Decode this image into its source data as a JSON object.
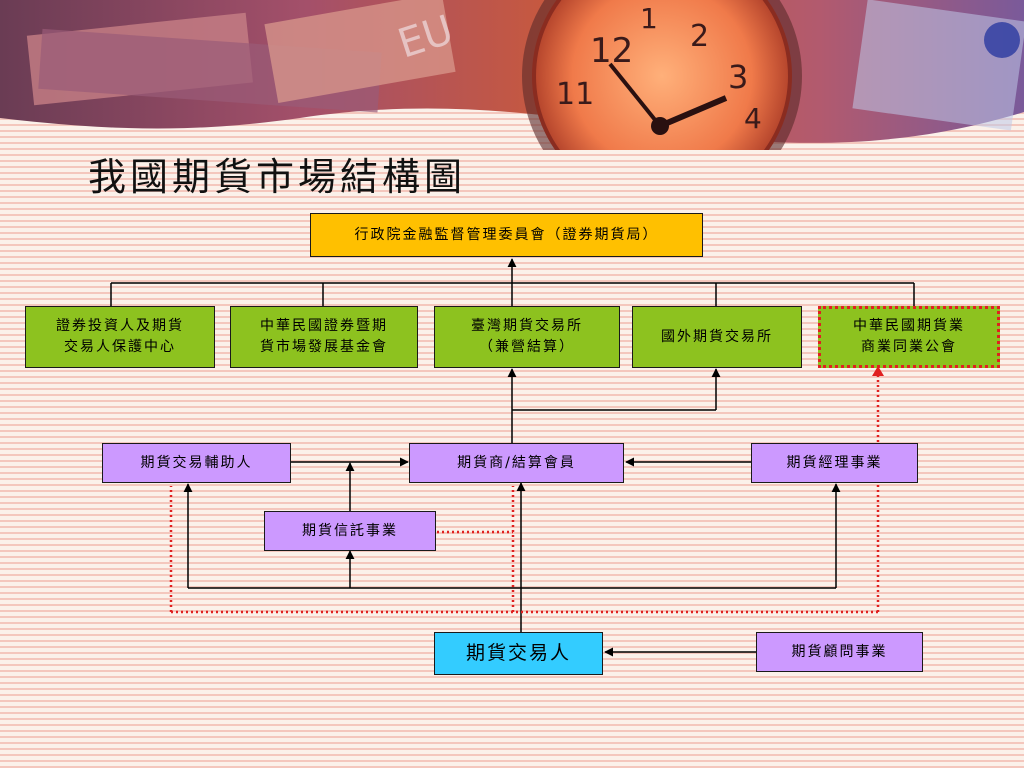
{
  "title": "我國期貨市場結構圖",
  "nodes": {
    "regulator": "行政院金融監督管理委員會（證券期貨局）",
    "investor_protection": "證券投資人及期貨\n交易人保護中心",
    "development_fund": "中華民國證券暨期\n貨市場發展基金會",
    "taifex": "臺灣期貨交易所\n（兼營結算）",
    "foreign_exchange": "國外期貨交易所",
    "futures_association": "中華民國期貨業\n商業同業公會",
    "introducing_broker": "期貨交易輔助人",
    "futures_commission_merchant": "期貨商/結算會員",
    "futures_manager": "期貨經理事業",
    "futures_trust": "期貨信託事業",
    "futures_trader": "期貨交易人",
    "futures_advisor": "期貨顧問事業"
  },
  "colors": {
    "regulator": "#ffc000",
    "agencies": "#8dc21f",
    "businesses": "#cc99ff",
    "trader": "#33ccff",
    "supervision_line": "#e02020",
    "line": "#000000"
  }
}
